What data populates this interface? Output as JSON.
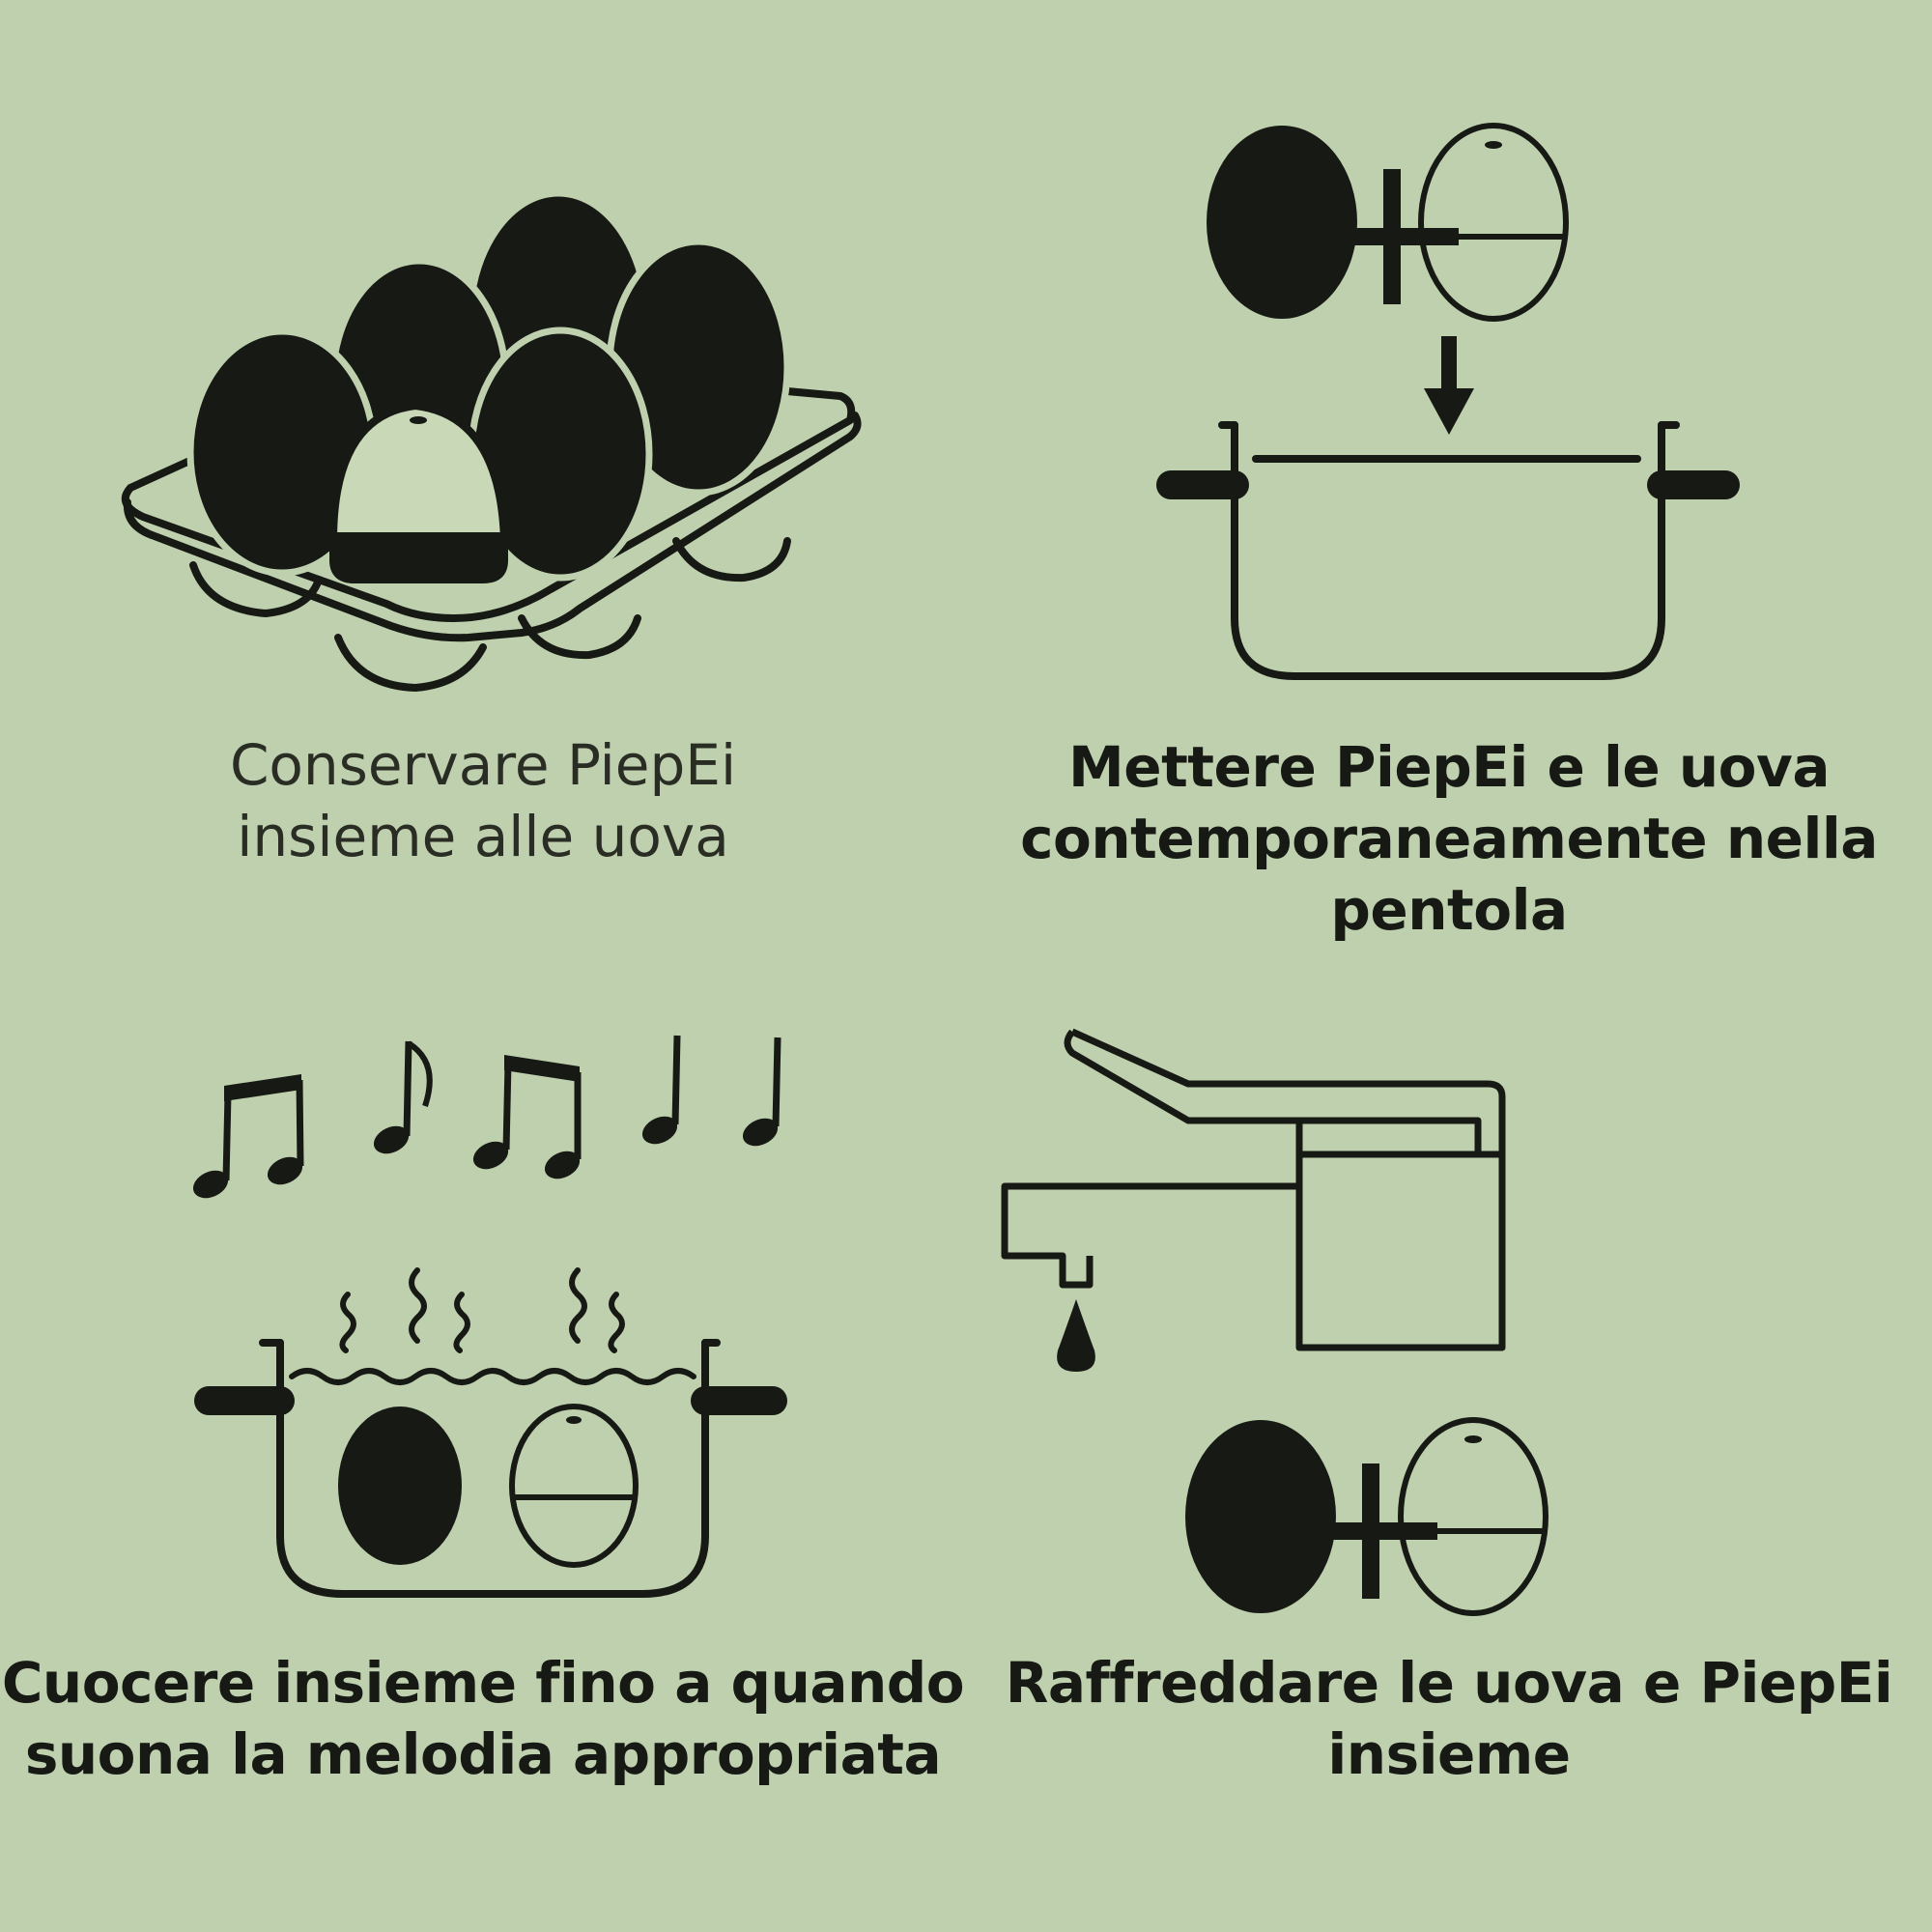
{
  "palette": {
    "background": "#bfd0ae",
    "ink": "#171a14"
  },
  "steps": [
    {
      "caption": "Conservare PiepEi\ninsieme alle uova",
      "icon": "egg-carton-icon"
    },
    {
      "caption": "Mettere PiepEi e le uova\ncontemporaneamente nella\npentola",
      "icon": "eggs-into-pot-icon"
    },
    {
      "caption": "Cuocere insieme fino a quando\nsuona la melodia appropriata",
      "icon": "boiling-pot-melody-icon"
    },
    {
      "caption": "Raffreddare le uova e PiepEi\ninsieme",
      "icon": "faucet-cooling-icon"
    }
  ]
}
